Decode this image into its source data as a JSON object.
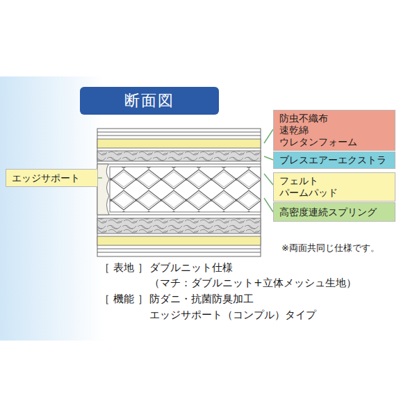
{
  "diagram": {
    "title": "断面図",
    "nodes": [
      {
        "text": [
          "防虫不織布",
          "速乾綿",
          "ウレタンフォーム"
        ]
      },
      {
        "text": [
          "ブレスエアーエクストラ"
        ]
      },
      {
        "text": [
          "フェルト",
          "パームパッド"
        ]
      },
      {
        "text": [
          "高密度連続スプリング"
        ]
      },
      {
        "text": [
          "エッジサポート"
        ]
      }
    ],
    "labels": [
      "※両面共同じ仕様です。",
      "［ 表地 ］",
      "ダブルニット仕様",
      "（マチ：ダブルニット+立体メッシュ生地）",
      "［ 機能 ］",
      "防ダニ・抗菌防臭加工",
      "エッジサポート（コンプル）タイプ"
    ]
  }
}
